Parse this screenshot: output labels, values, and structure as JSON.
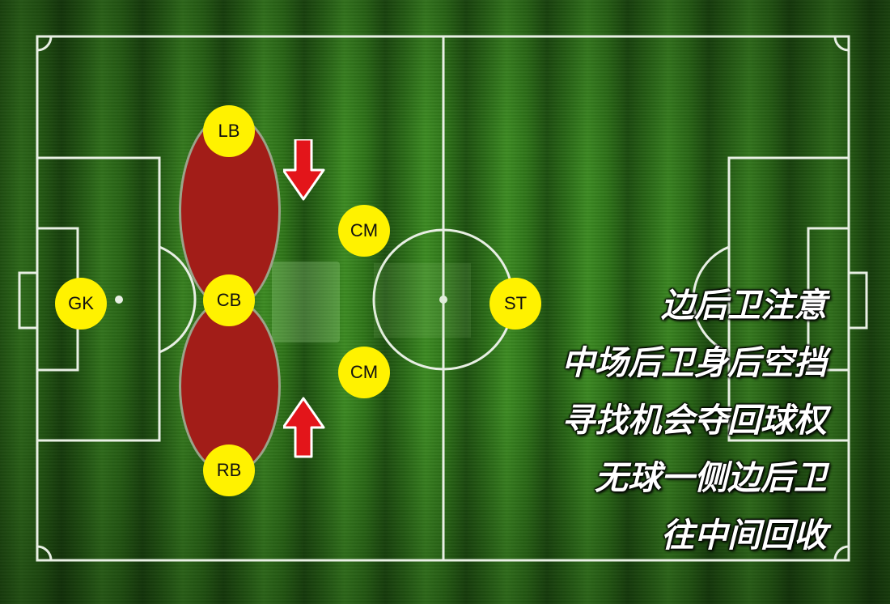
{
  "players": [
    {
      "id": "gk",
      "label": "GK"
    },
    {
      "id": "lb",
      "label": "LB"
    },
    {
      "id": "cb",
      "label": "CB"
    },
    {
      "id": "rb",
      "label": "RB"
    },
    {
      "id": "cm1",
      "label": "CM"
    },
    {
      "id": "cm2",
      "label": "CM"
    },
    {
      "id": "st",
      "label": "ST"
    }
  ],
  "caption": [
    "边后卫注意",
    "中场后卫身后空挡",
    "寻找机会夺回球权",
    "无球一侧边后卫",
    "往中间回收"
  ],
  "colors": {
    "pitch": "#2f7519",
    "line": "#e8efe4",
    "player": "#fff200",
    "zone": "#a21d18",
    "arrow": "#e3151a"
  }
}
